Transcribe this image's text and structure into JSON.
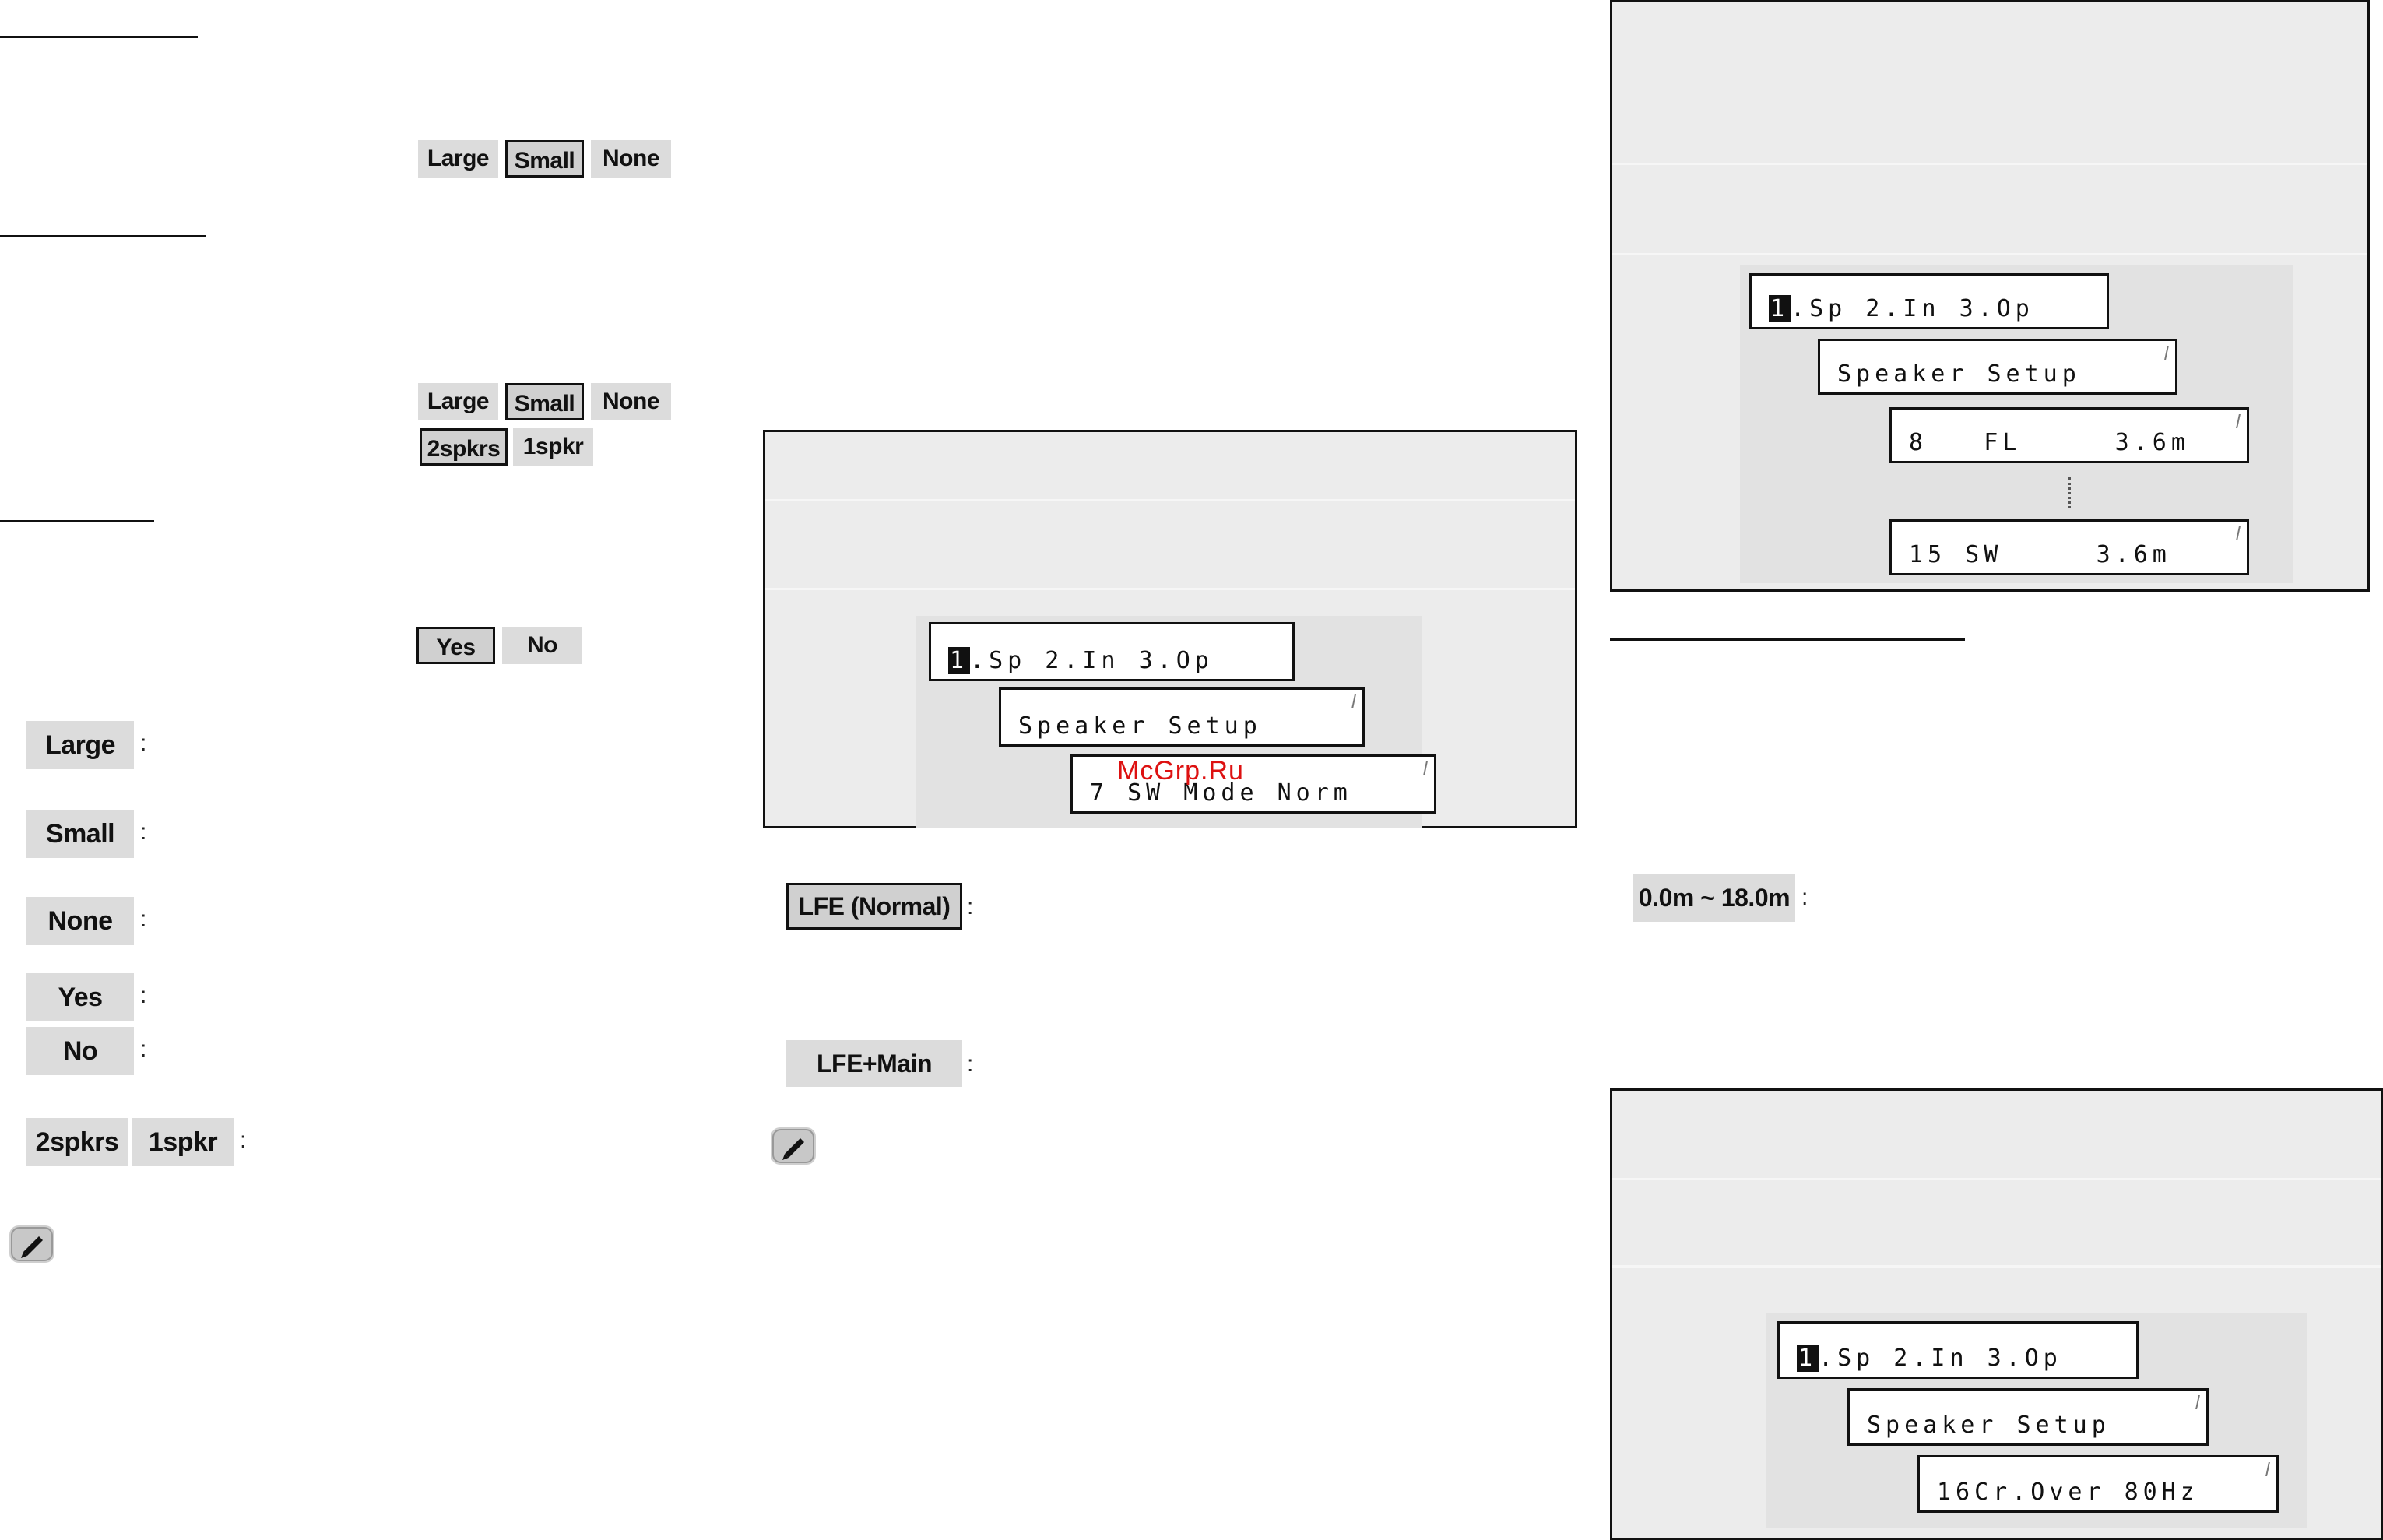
{
  "left_column": {
    "option_row_1": [
      "Large",
      "Small",
      "None"
    ],
    "option_row_2": [
      "Large",
      "Small",
      "None"
    ],
    "option_row_3": [
      "2spkrs",
      "1spkr"
    ],
    "option_row_4": [
      "Yes",
      "No"
    ],
    "legend": [
      {
        "label": "Large",
        "sep": ":"
      },
      {
        "label": "Small",
        "sep": ":"
      },
      {
        "label": "None",
        "sep": ":"
      },
      {
        "label": "Yes",
        "sep": ":"
      },
      {
        "label": "No",
        "sep": ":"
      }
    ],
    "legend_pair": [
      "2spkrs",
      "1spkr"
    ],
    "legend_pair_sep": ":",
    "note_icon": "pencil-icon"
  },
  "middle_column": {
    "display": {
      "line1_cursor": "1",
      "line1_rest": ".Sp 2.In 3.Op",
      "line2": "Speaker Setup",
      "line3": "7 SW Mode Norm"
    },
    "watermark": "McGrp.Ru",
    "options": [
      {
        "label": "LFE (Normal)",
        "sep": ":",
        "selected": true
      },
      {
        "label": "LFE+Main",
        "sep": ":",
        "selected": false
      }
    ],
    "note_icon": "pencil-icon"
  },
  "right_column": {
    "display_top": {
      "line1_cursor": "1",
      "line1_rest": ".Sp 2.In 3.Op",
      "line2": "Speaker Setup",
      "line3": "8   FL     3.6m",
      "line4": "15 SW     3.6m"
    },
    "range": {
      "label": "0.0m ~ 18.0m",
      "sep": ":"
    },
    "display_bottom": {
      "line1_cursor": "1",
      "line1_rest": ".Sp 2.In 3.Op",
      "line2": "Speaker Setup",
      "line3": "16Cr.Over 80Hz"
    }
  }
}
